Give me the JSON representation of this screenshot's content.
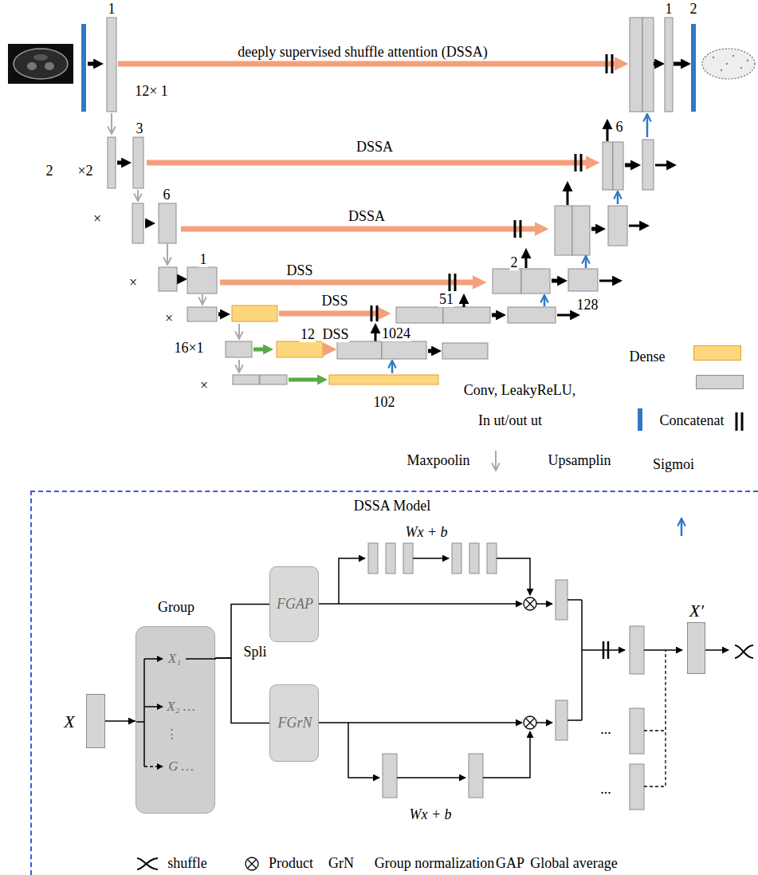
{
  "diagram": {
    "nodes": [
      {
        "text": [
          "DSSA Model"
        ]
      },
      {
        "text": [
          "X"
        ],
        "in": 0
      },
      {
        "text": [
          "Group",
          "X₁",
          "X₂ …",
          "⋮",
          "G …"
        ],
        "in": 0
      },
      {
        "text": [
          "FGAP"
        ],
        "in": 0
      },
      {
        "text": [
          "FGrN"
        ],
        "in": 0
      },
      {
        "text": [
          "X′"
        ],
        "in": 0
      }
    ],
    "edges": [
      {
        "from": 1,
        "to": 2,
        "arrow": "to"
      },
      {
        "from": 2,
        "to": 3,
        "arrow": "none"
      },
      {
        "from": 2,
        "to": 4,
        "arrow": "none"
      }
    ],
    "labels": [
      "1",
      "deeply supervised shuffle attention (DSSA)",
      "1",
      "2",
      "12× 1",
      "3",
      "6",
      "2",
      "×2",
      "DSSA",
      "×",
      "6",
      "DSSA",
      "×",
      "1",
      "DSS",
      "2",
      "×",
      "DSS",
      "51",
      "128",
      "16×1",
      "12",
      "DSS",
      "1024",
      "×",
      "102",
      "Spli",
      "Wx + b",
      "Wx + b",
      "...",
      "...",
      "GrN",
      "Group normalization",
      "GAP",
      "Global average"
    ],
    "legend": [
      {
        "text": "Dense",
        "color": "#fdd77d"
      },
      {
        "text": "Conv, LeakyReLU,",
        "color": "#d4d4d4"
      },
      {
        "text": "In ut/out ut",
        "color": "#2f78c4"
      },
      {
        "text": "Concatenat"
      },
      {
        "text": "Maxpoolin"
      },
      {
        "text": "Upsamplin"
      },
      {
        "text": "Sigmoi"
      },
      {
        "text": "shuffle"
      },
      {
        "text": "Product"
      }
    ]
  }
}
